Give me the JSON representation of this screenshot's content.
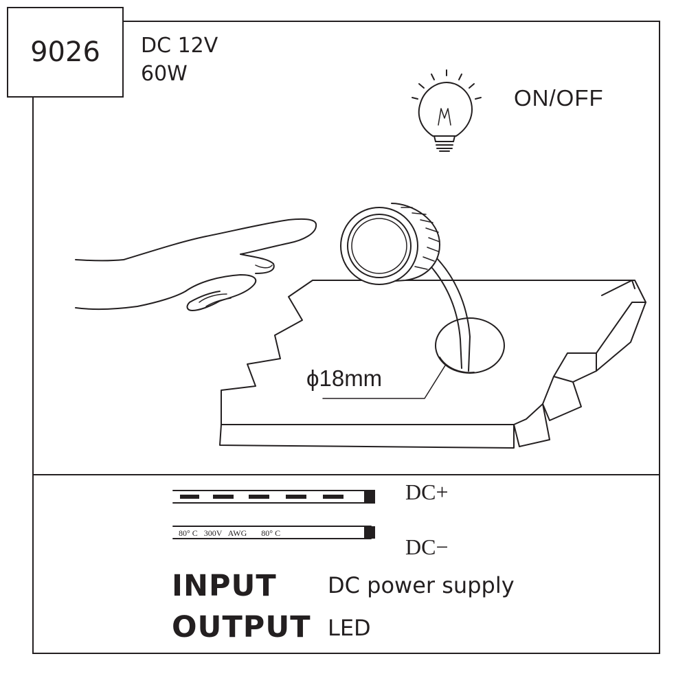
{
  "header": {
    "model": "9026",
    "voltage": "DC 12V",
    "wattage": "60W"
  },
  "function": {
    "mode_label": "ON/OFF",
    "icon": "light-bulb-icon"
  },
  "installation": {
    "hole_diameter": "ϕ18mm"
  },
  "wires": {
    "positive_label": "DC+",
    "negative_label": "DC−",
    "negative_print": "80° C   300V   AWG       80° C"
  },
  "io": {
    "input_key": "INPUT",
    "input_value": "DC power supply",
    "output_key": "OUTPUT",
    "output_value": "LED"
  },
  "colors": {
    "line": "#231f20",
    "background": "#ffffff"
  }
}
